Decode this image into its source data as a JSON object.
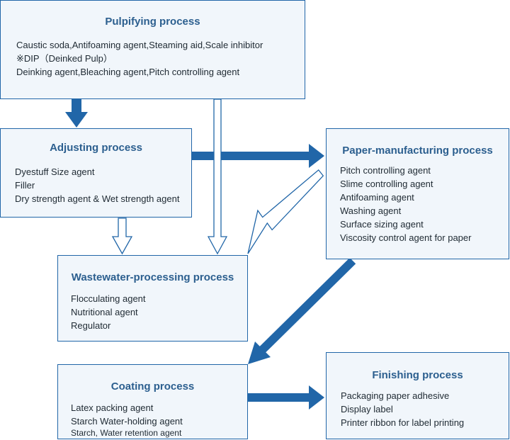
{
  "colors": {
    "accent": "#2166a8",
    "box_fill": "#f1f6fb",
    "title": "#2c5f8f"
  },
  "boxes": {
    "pulpifying": {
      "title": "Pulpifying process",
      "items": [
        "Caustic soda,Antifoaming agent,Steaming aid,Scale inhibitor",
        "※DIP（Deinked Pulp）",
        "Deinking agent,Bleaching agent,Pitch controlling agent"
      ]
    },
    "adjusting": {
      "title": "Adjusting process",
      "items": [
        "Dyestuff Size agent",
        "Filler",
        "Dry strength agent & Wet strength agent"
      ]
    },
    "paper": {
      "title": "Paper-manufacturing process",
      "items": [
        "Pitch controlling agent",
        "Slime controlling agent",
        "Antifoaming agent",
        "Washing agent",
        "Surface sizing agent",
        "Viscosity control agent for paper"
      ]
    },
    "wastewater": {
      "title": "Wastewater-processing process",
      "items": [
        "Flocculating agent",
        "Nutritional agent",
        "Regulator"
      ]
    },
    "coating": {
      "title": "Coating process",
      "items": [
        "Latex packing agent",
        "Starch Water-holding agent",
        "Starch, Water retention agent"
      ]
    },
    "finishing": {
      "title": "Finishing process",
      "items": [
        "Packaging paper adhesive",
        "Display label",
        "Printer ribbon for label printing"
      ]
    }
  }
}
